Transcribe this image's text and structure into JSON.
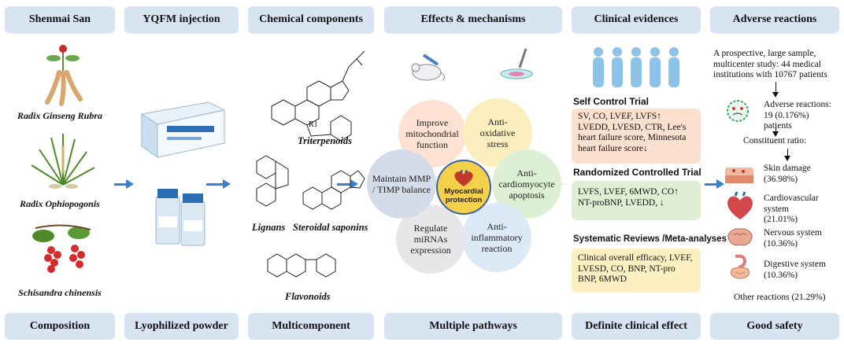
{
  "headers": [
    "Shenmai San",
    "YQFM injection",
    "Chemical components",
    "Effects & mechanisms",
    "Clinical  evidences",
    "Adverse reactions"
  ],
  "footers": [
    "Composition",
    "Lyophilized powder",
    "Multicomponent",
    "Multiple pathways",
    "Definite clinical effect",
    "Good safety"
  ],
  "plants": [
    "Radix Ginseng Rubra",
    "Radix Ophiopogonis",
    "Schisandra chinensis"
  ],
  "chem_labels": {
    "triterpenoids": "Triterpenoids",
    "lignans": "Lignans",
    "steroidal": "Steroidal saponins",
    "flavonoids": "Flavonoids",
    "r1": "R1"
  },
  "center": "Myocardial protection",
  "petals": {
    "top_left": "Improve mitochondrial function",
    "top_right": "Anti-oxidative stress",
    "right": "Anti-cardiomyocyte apoptosis",
    "bottom_right": "Anti-inflammatory reaction",
    "bottom_left": "Regulate miRNAs expression",
    "left": "Maintain MMP / TIMP balance"
  },
  "trials": {
    "self_title": "Self Control Trial",
    "self_text": "SV, CO, LVEF, LVFS↑ LVEDD, LVESD, CTR, Lee's heart failure score, Minnesota heart failure score↓",
    "rct_title": "Randomized Controlled Trial",
    "rct_text": "LVFS, LVEF, 6MWD, CO↑ NT-proBNP, LVEDD, ↓",
    "sr_title": "Systematic Reviews /Meta-analyses",
    "sr_text": "Clinical overall efficacy, LVEF, LVESD, CO, BNP, NT-pro BNP, 6MWD"
  },
  "adverse": {
    "study": "A prospective, large sample, multicenter study: 44 medical institutions with 10767 patients",
    "reactions": "Adverse reactions: 19 (0.176%) patients",
    "ratio": "Constituent ratio:",
    "items": [
      {
        "label": "Skin damage",
        "pct": "(36.98%)"
      },
      {
        "label": "Cardiovascular system",
        "pct": "(21.01%)"
      },
      {
        "label": "Nervous system",
        "pct": "(10.36%)"
      },
      {
        "label": "Digestive system",
        "pct": "(10.36%)"
      }
    ],
    "other": "Other reactions (21.29%)"
  },
  "colors": {
    "header": "#d9e4f2",
    "arrow": "#3b7fd0",
    "center": "#f5d14a"
  }
}
